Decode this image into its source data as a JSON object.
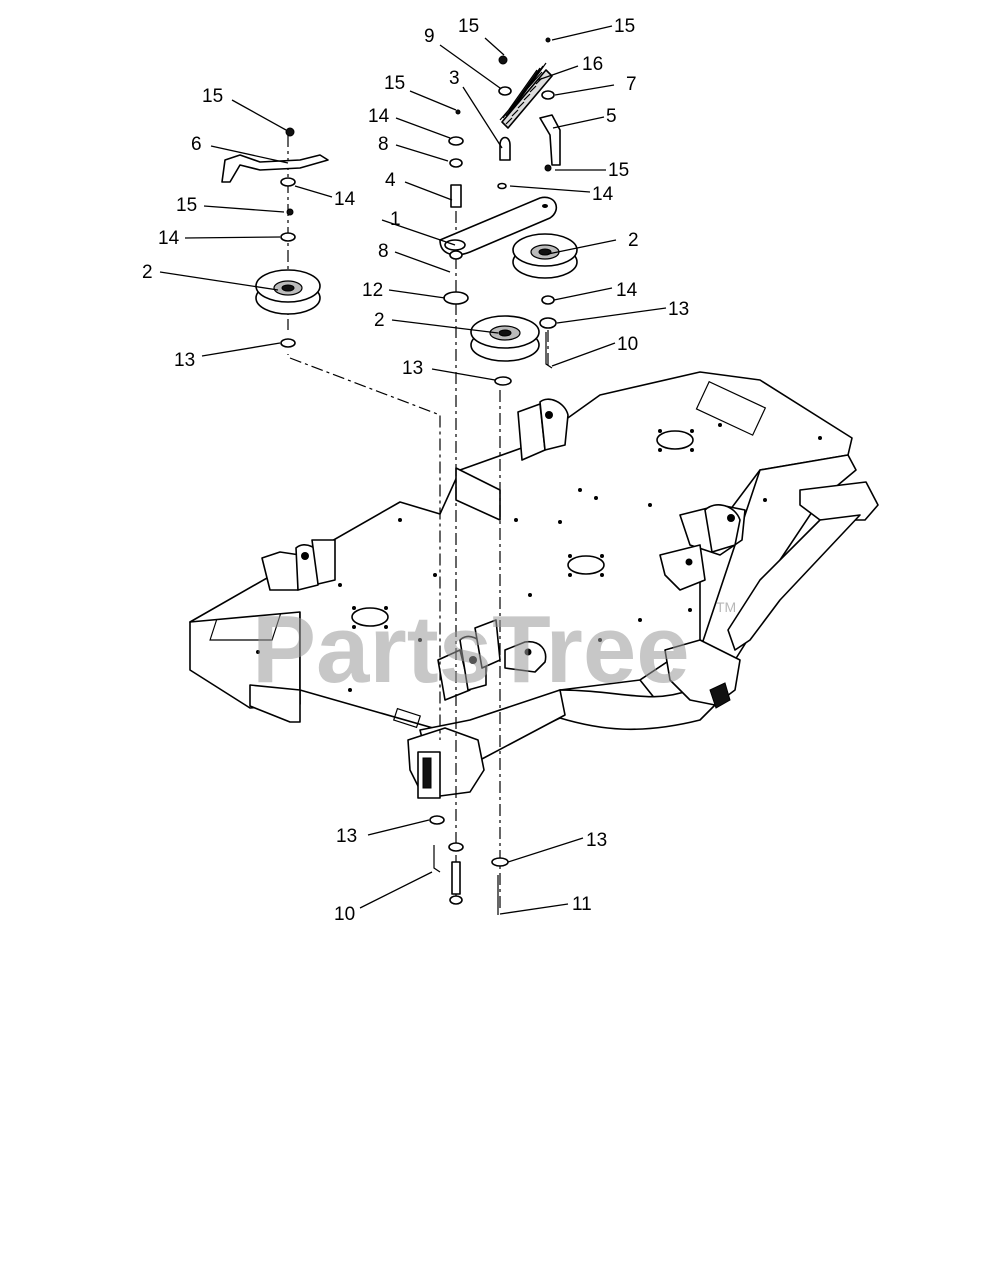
{
  "watermark": {
    "brand": "PartsTree",
    "trademark": "TM"
  },
  "callouts": [
    {
      "id": "c15a",
      "label": "15"
    },
    {
      "id": "c9",
      "label": "9"
    },
    {
      "id": "c15b",
      "label": "15"
    },
    {
      "id": "c16",
      "label": "16"
    },
    {
      "id": "c15c",
      "label": "15"
    },
    {
      "id": "c3",
      "label": "3"
    },
    {
      "id": "c7",
      "label": "7"
    },
    {
      "id": "c15d",
      "label": "15"
    },
    {
      "id": "c14a",
      "label": "14"
    },
    {
      "id": "c5",
      "label": "5"
    },
    {
      "id": "c8a",
      "label": "8"
    },
    {
      "id": "c6",
      "label": "6"
    },
    {
      "id": "c15e",
      "label": "15"
    },
    {
      "id": "c4",
      "label": "4"
    },
    {
      "id": "c14b",
      "label": "14"
    },
    {
      "id": "c14c",
      "label": "14"
    },
    {
      "id": "c15f",
      "label": "15"
    },
    {
      "id": "c1",
      "label": "1"
    },
    {
      "id": "c14d",
      "label": "14"
    },
    {
      "id": "c2a",
      "label": "2"
    },
    {
      "id": "c8b",
      "label": "8"
    },
    {
      "id": "c2b",
      "label": "2"
    },
    {
      "id": "c12",
      "label": "12"
    },
    {
      "id": "c14e",
      "label": "14"
    },
    {
      "id": "c13a",
      "label": "13"
    },
    {
      "id": "c2c",
      "label": "2"
    },
    {
      "id": "c10a",
      "label": "10"
    },
    {
      "id": "c13b",
      "label": "13"
    },
    {
      "id": "c13c",
      "label": "13"
    },
    {
      "id": "c13d",
      "label": "13"
    },
    {
      "id": "c13e",
      "label": "13"
    },
    {
      "id": "c11",
      "label": "11"
    },
    {
      "id": "c10b",
      "label": "10"
    }
  ]
}
